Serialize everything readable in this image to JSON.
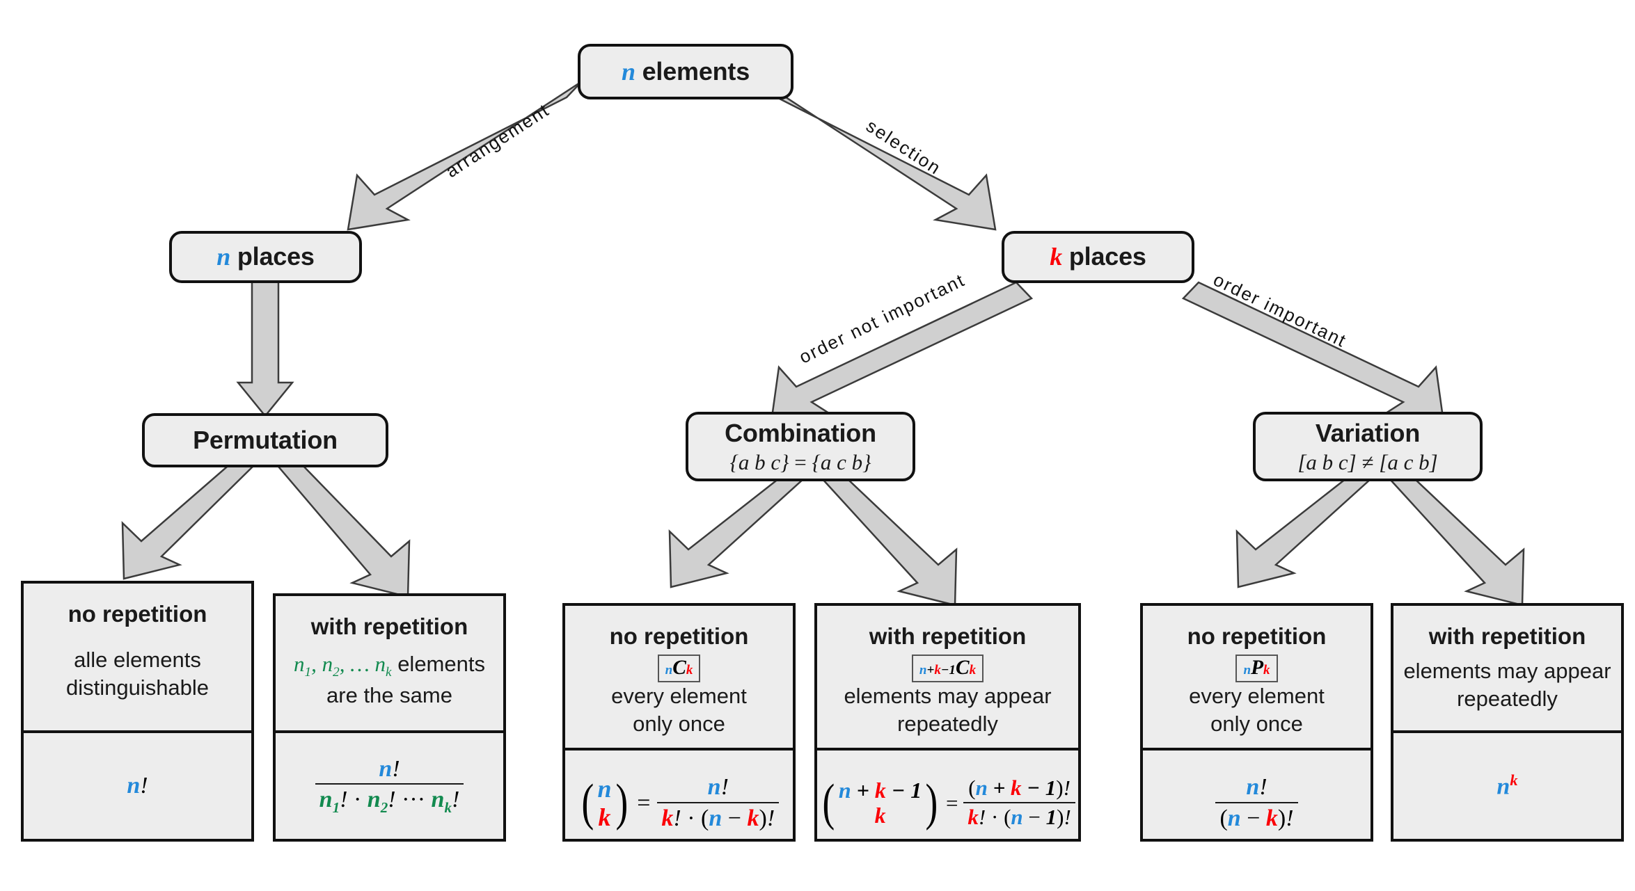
{
  "diagram": {
    "title": "Combinatorics overview",
    "colors": {
      "n_color": "#2389da",
      "k_color": "#fb0007",
      "repeat_color": "#128a4f",
      "box_fill": "#ededed",
      "box_stroke": "#111111",
      "arrow_fill": "#d0d0d0"
    }
  },
  "root": {
    "label_n": "n",
    "label_rest": " elements"
  },
  "edges": [
    {
      "id": "arrangement",
      "label": "arrangement"
    },
    {
      "id": "selection",
      "label": "selection"
    },
    {
      "id": "order-not-important",
      "label": "order not important"
    },
    {
      "id": "order-important",
      "label": "order important"
    }
  ],
  "level2": {
    "places_n": {
      "sym": "n",
      "rest": " places"
    },
    "places_k": {
      "sym": "k",
      "rest": " places"
    }
  },
  "level3": {
    "permutation": {
      "title": "Permutation",
      "example": ""
    },
    "combination": {
      "title": "Combination",
      "example": "{a b c} = {a c b}"
    },
    "variation": {
      "title": "Variation",
      "example": "[a b c] ≠ [a c b]"
    }
  },
  "leaves": [
    {
      "id": "permutation-no-repetition",
      "head": "no repetition",
      "badge": "",
      "desc_line1": "alle elements",
      "desc_line2": "distinguishable",
      "formula": "n!"
    },
    {
      "id": "permutation-with-repetition",
      "head": "with repetition",
      "badge": "",
      "desc_line1": "n₁, n₂, … nₖ elements",
      "desc_line2": "are the same",
      "formula": "n! / (n₁! · n₂! ⋯ nₖ!)"
    },
    {
      "id": "combination-no-repetition",
      "head": "no repetition",
      "badge": "ₙCₖ",
      "desc_line1": "every element",
      "desc_line2": "only once",
      "formula": "(n over k) = n! / (k! · (n − k)!)"
    },
    {
      "id": "combination-with-repetition",
      "head": "with repetition",
      "badge": "ₙ₊ₖ₋₁Cₖ",
      "desc_line1": "elements may appear",
      "desc_line2": "repeatedly",
      "formula": "(n + k − 1 over k) = (n + k − 1)! / (k! · (n − 1)!)"
    },
    {
      "id": "variation-no-repetition",
      "head": "no repetition",
      "badge": "ₙPₖ",
      "desc_line1": "every element",
      "desc_line2": "only once",
      "formula": "n! / (n − k)!"
    },
    {
      "id": "variation-with-repetition",
      "head": "with repetition",
      "badge": "",
      "desc_line1": "elements may appear",
      "desc_line2": "repeatedly",
      "formula": "nᵏ"
    }
  ],
  "symbols": {
    "n": "n",
    "k": "k",
    "C": "C",
    "P": "P",
    "factorial": "!",
    "plus": "+",
    "minus": "−",
    "one": "1",
    "dot": "·",
    "equals": "=",
    "dots": "⋯",
    "ellipsis": "…",
    "comma": ","
  }
}
